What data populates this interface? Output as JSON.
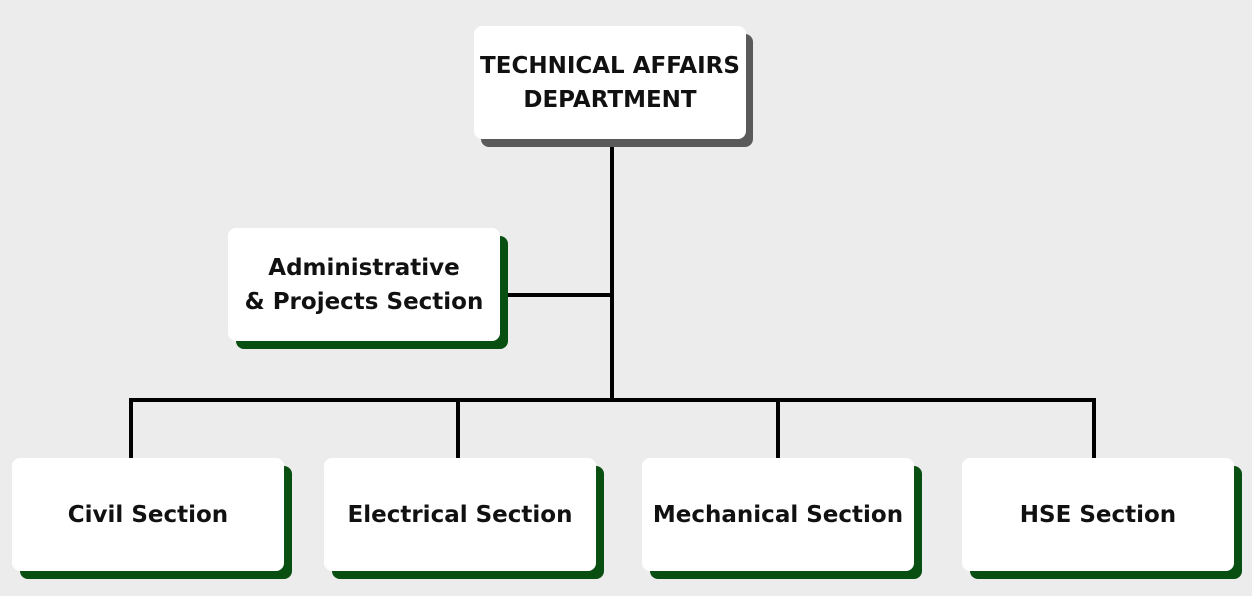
{
  "colors": {
    "background": "#ececec",
    "box_fill": "#ffffff",
    "root_shadow": "#5a5a5a",
    "section_shadow": "#0a4f12",
    "connector": "#000000"
  },
  "department": {
    "line1": "TECHNICAL AFFAIRS",
    "line2": "DEPARTMENT"
  },
  "admin_section": {
    "line1": "Administrative",
    "line2": "& Projects Section"
  },
  "sections": [
    {
      "label": "Civil Section"
    },
    {
      "label": "Electrical Section"
    },
    {
      "label": "Mechanical Section"
    },
    {
      "label": "HSE Section"
    }
  ]
}
